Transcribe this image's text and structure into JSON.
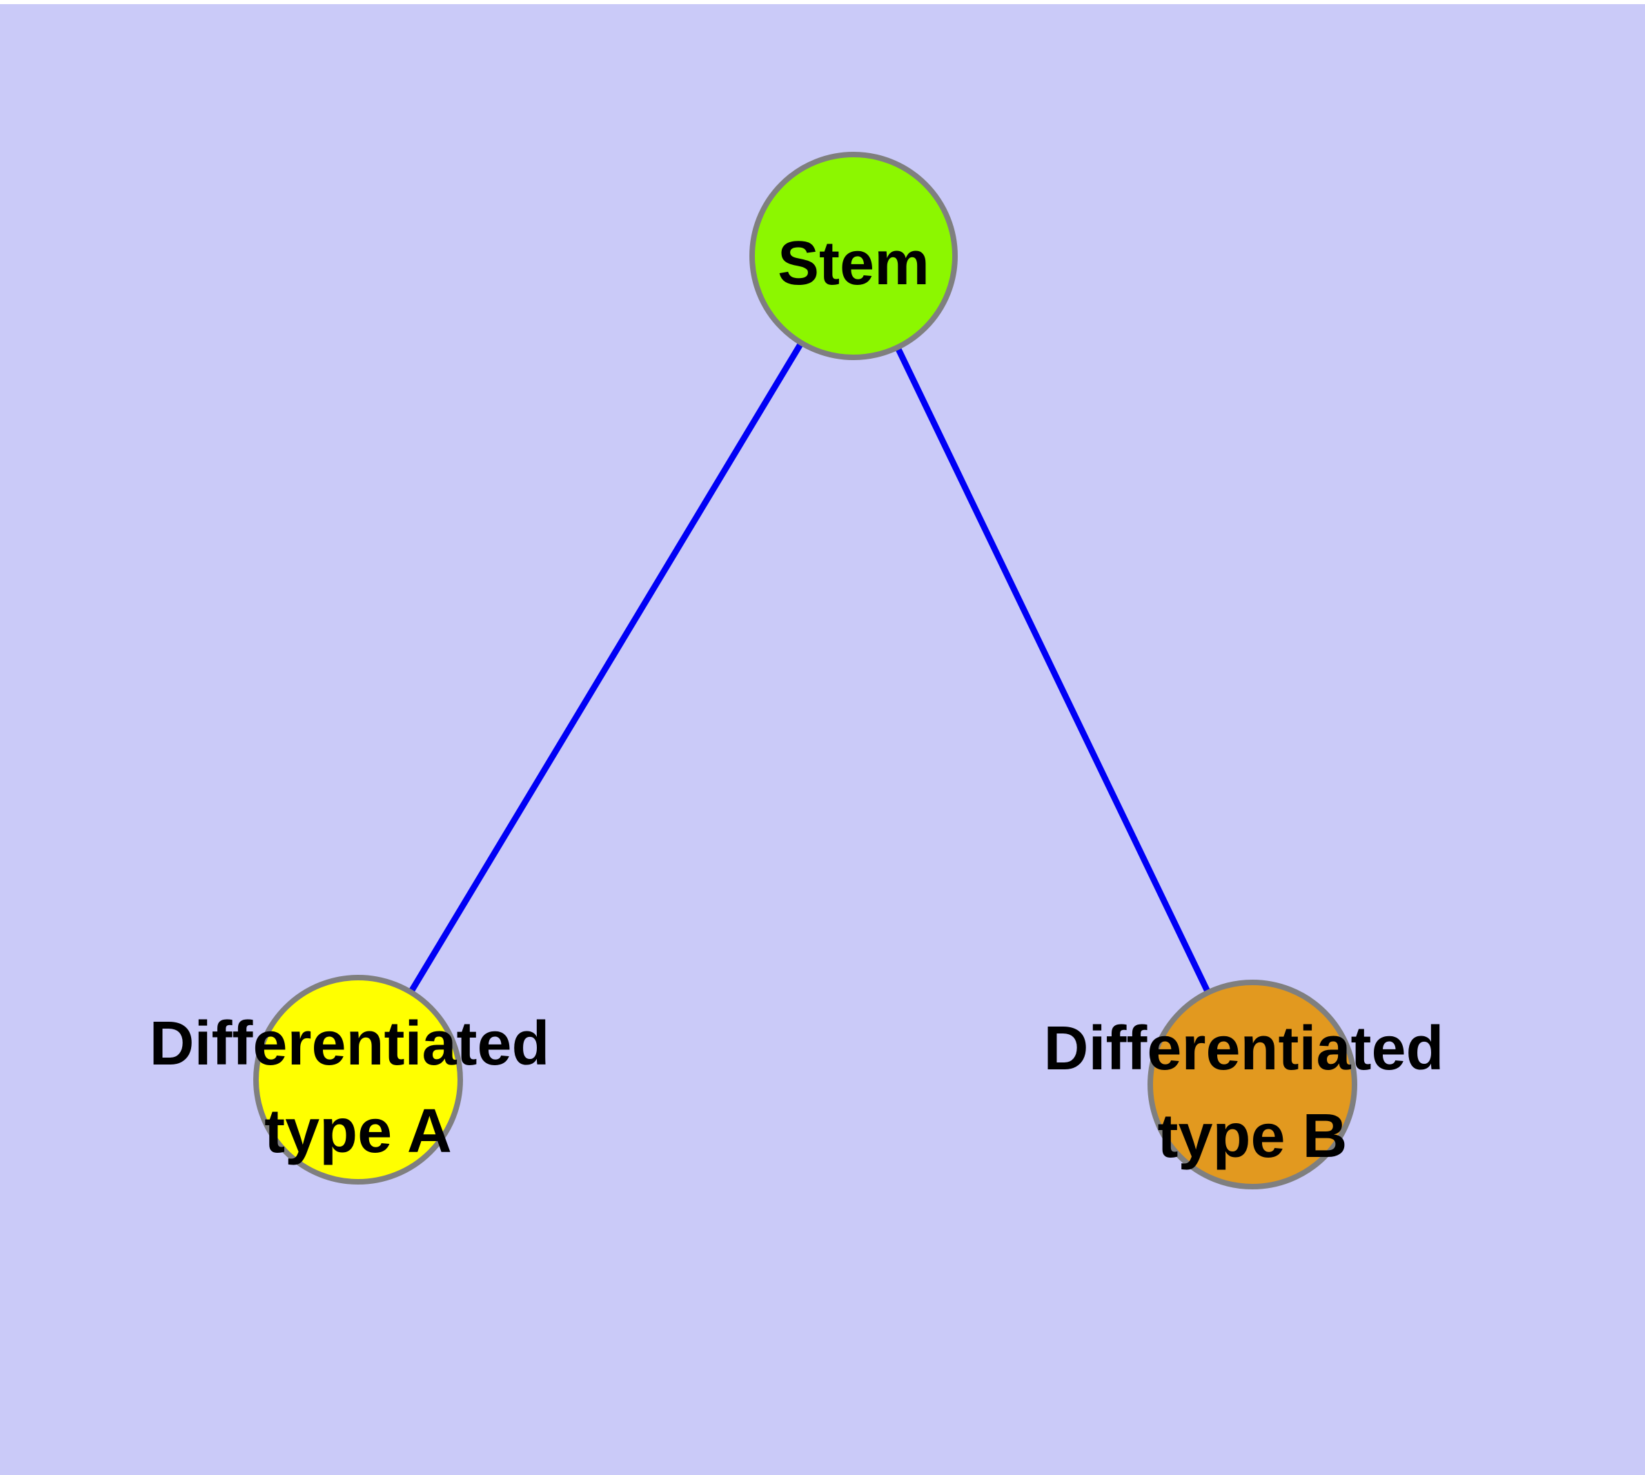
{
  "canvas": {
    "background_color": "#cacaf8",
    "top_strip_color": "#ffffff",
    "label_color": "#000000",
    "node_border_color": "#7f7f7f",
    "edge_color": "#0000f5"
  },
  "graph": {
    "type": "undirected-tree",
    "nodes": [
      {
        "id": "stem",
        "lines": [
          "Stem"
        ],
        "fill": "#8cf700"
      },
      {
        "id": "differentiated-type-a",
        "lines": [
          "Differentiated",
          "type A"
        ],
        "fill": "#ffff00"
      },
      {
        "id": "differentiated-type-b",
        "lines": [
          "Differentiated",
          "type B"
        ],
        "fill": "#e2991f"
      }
    ],
    "edges": [
      {
        "from": "Stem",
        "to": "Differentiated type A"
      },
      {
        "from": "Stem",
        "to": "Differentiated type B"
      }
    ]
  }
}
